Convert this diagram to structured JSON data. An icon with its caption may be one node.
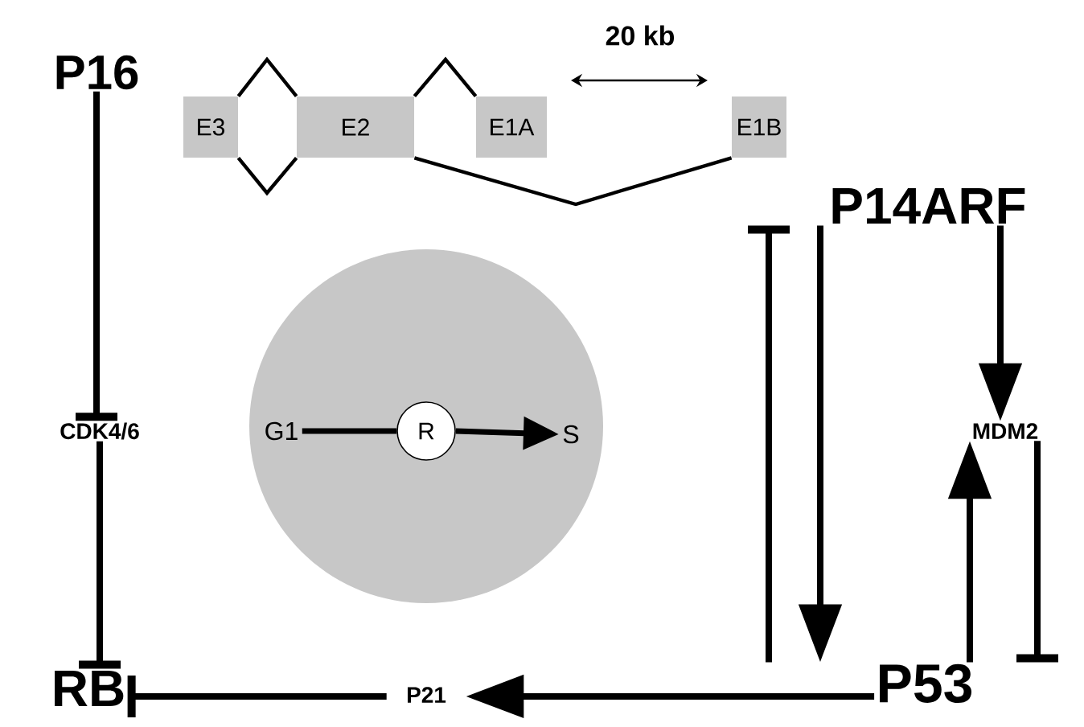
{
  "diagram": {
    "nodes": [
      {
        "text": [
          "P16"
        ]
      },
      {
        "text": [
          "CDK4/6"
        ]
      },
      {
        "text": [
          "RB"
        ]
      },
      {
        "text": [
          "P21"
        ]
      },
      {
        "text": [
          "P53"
        ]
      },
      {
        "text": [
          "P14ARF"
        ]
      },
      {
        "text": [
          "MDM2"
        ]
      },
      {
        "text": [
          "E3"
        ]
      },
      {
        "text": [
          "E2"
        ]
      },
      {
        "text": [
          "E1A"
        ]
      },
      {
        "text": [
          "E1B"
        ]
      },
      {
        "text": [],
        "shape": "circle"
      },
      {
        "text": [
          "G1"
        ],
        "in": 11
      },
      {
        "text": [
          "R"
        ],
        "in": 11
      },
      {
        "text": [
          "S"
        ],
        "in": 11
      }
    ],
    "edges": [
      {
        "from": 0,
        "to": 1,
        "arrow": "other"
      },
      {
        "from": 1,
        "to": 2,
        "arrow": "other"
      },
      {
        "from": 3,
        "to": 2,
        "arrow": "other"
      },
      {
        "from": 4,
        "to": 3,
        "arrow": "to"
      },
      {
        "from": 5,
        "to": 4,
        "arrow": "to"
      },
      {
        "from": 4,
        "to": 5,
        "arrow": "other"
      },
      {
        "from": 5,
        "to": 6,
        "arrow": "to"
      },
      {
        "from": 4,
        "to": 6,
        "arrow": "to"
      },
      {
        "from": 6,
        "to": 4,
        "arrow": "other"
      },
      {
        "from": 7,
        "to": 8,
        "arrow": "none"
      },
      {
        "from": 7,
        "to": 8,
        "arrow": "none"
      },
      {
        "from": 8,
        "to": 9,
        "arrow": "none"
      },
      {
        "from": 8,
        "to": 10,
        "arrow": "none"
      },
      {
        "from": 12,
        "to": 13,
        "arrow": "none"
      },
      {
        "from": 13,
        "to": 14,
        "arrow": "to"
      }
    ],
    "labels": [
      "20 kb"
    ]
  }
}
